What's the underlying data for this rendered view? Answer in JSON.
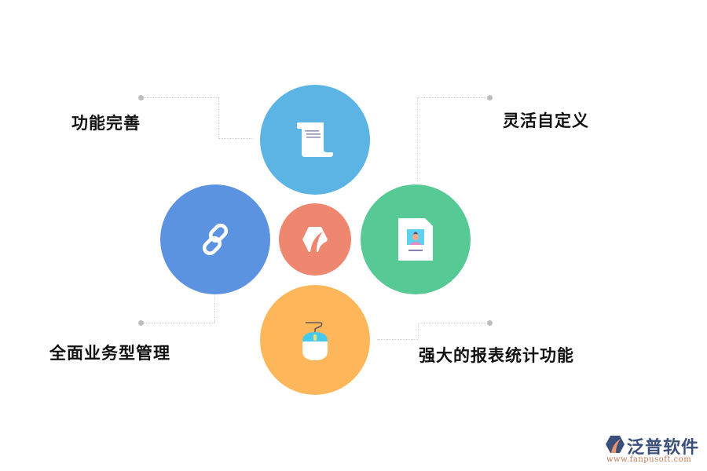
{
  "diagram": {
    "type": "radial-feature-cluster",
    "center": {
      "icon": "hexagon-leaf-logo-icon",
      "color": "#EF866F"
    },
    "nodes": [
      {
        "id": "top",
        "icon": "scroll-document-icon",
        "color": "#5BB4E3",
        "label": "功能完善"
      },
      {
        "id": "right",
        "icon": "id-card-document-icon",
        "color": "#57C995",
        "label": "灵活自定义"
      },
      {
        "id": "left",
        "icon": "chain-link-icon",
        "color": "#5B93E0",
        "label": "全面业务型管理"
      },
      {
        "id": "bottom",
        "icon": "computer-mouse-icon",
        "color": "#FDB75A",
        "label": "强大的报表统计功能"
      }
    ]
  },
  "labels": {
    "top_left": "功能完善",
    "top_right": "灵活自定义",
    "bottom_left": "全面业务型管理",
    "bottom_right": "强大的报表统计功能"
  },
  "brand": {
    "name": "泛普软件",
    "url": "www.fanpusoft.com",
    "color": "#3a4f7a",
    "url_color": "#c07a56"
  },
  "colors": {
    "connector": "#cfcfcf",
    "dot": "#bdbdbd"
  }
}
